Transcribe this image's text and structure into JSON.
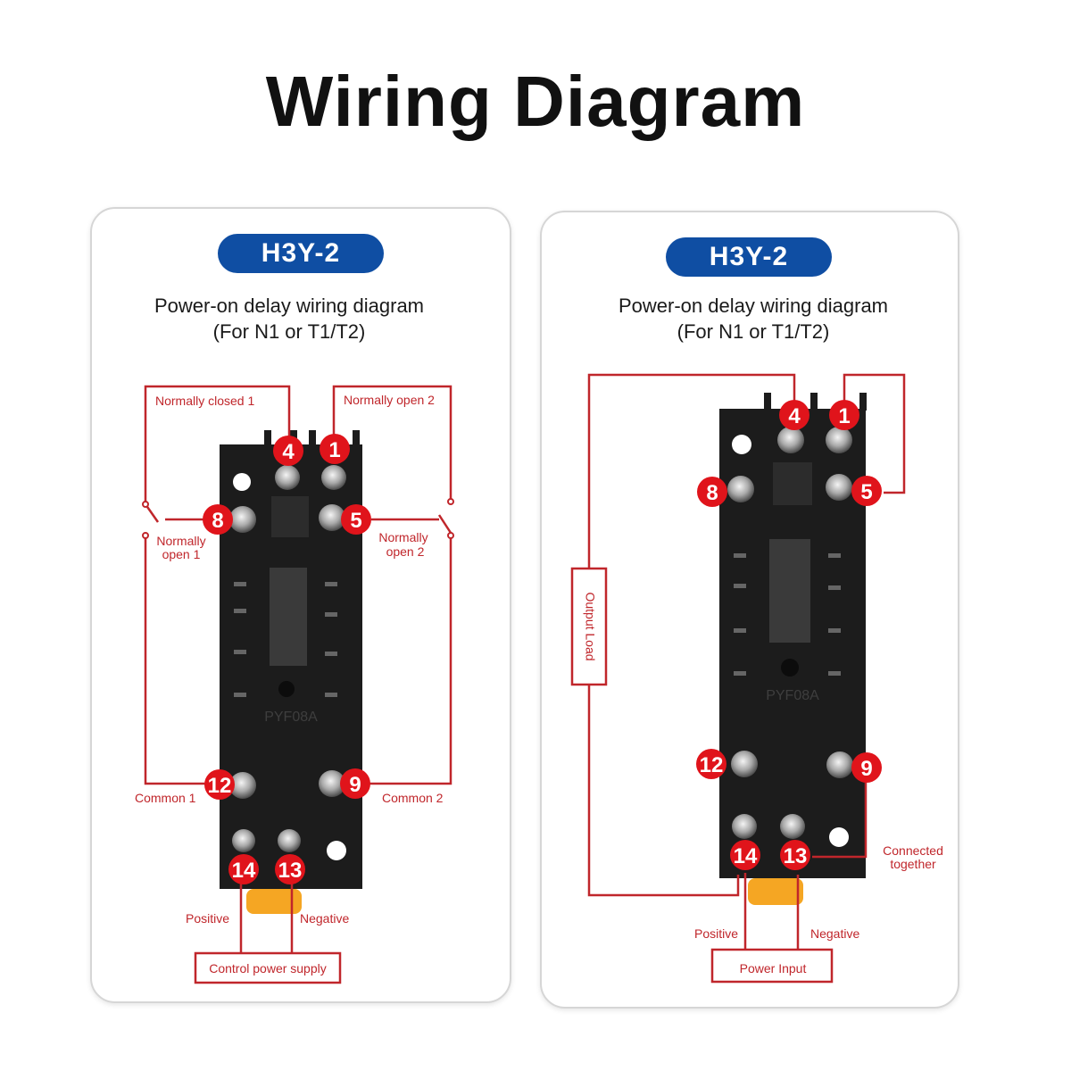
{
  "title": "Wiring Diagram",
  "left": {
    "model": "H3Y-2",
    "subtitle_line1": "Power-on delay wiring diagram",
    "subtitle_line2": "(For N1 or T1/T2)",
    "labels": {
      "normally_closed_1": "Normally closed 1",
      "normally_open_2": "Normally open 2",
      "normally_open_1_a": "Normally",
      "normally_open_1_b": "open 1",
      "normally_open_2_a": "Normally",
      "normally_open_2_b": "open 2",
      "common_1": "Common 1",
      "common_2": "Common 2",
      "positive": "Positive",
      "negative": "Negative",
      "control_power_supply": "Control power supply"
    },
    "terminals": [
      "4",
      "1",
      "8",
      "5",
      "12",
      "9",
      "14",
      "13"
    ]
  },
  "right": {
    "model": "H3Y-2",
    "subtitle_line1": "Power-on delay wiring diagram",
    "subtitle_line2": "(For N1 or T1/T2)",
    "labels": {
      "output_load": "Output Load",
      "connected_a": "Connected",
      "connected_b": "together",
      "positive": "Positive",
      "negative": "Negative",
      "power_input": "Power Input"
    },
    "terminals": [
      "4",
      "1",
      "8",
      "5",
      "12",
      "9",
      "14",
      "13"
    ]
  },
  "base_marking": "PYF08A",
  "colors": {
    "pill": "#0f4ea3",
    "wire": "#c0262b",
    "terminal_marker": "#e0141b",
    "relay_body": "#1a1a1a",
    "indicator": "#f5a623"
  }
}
